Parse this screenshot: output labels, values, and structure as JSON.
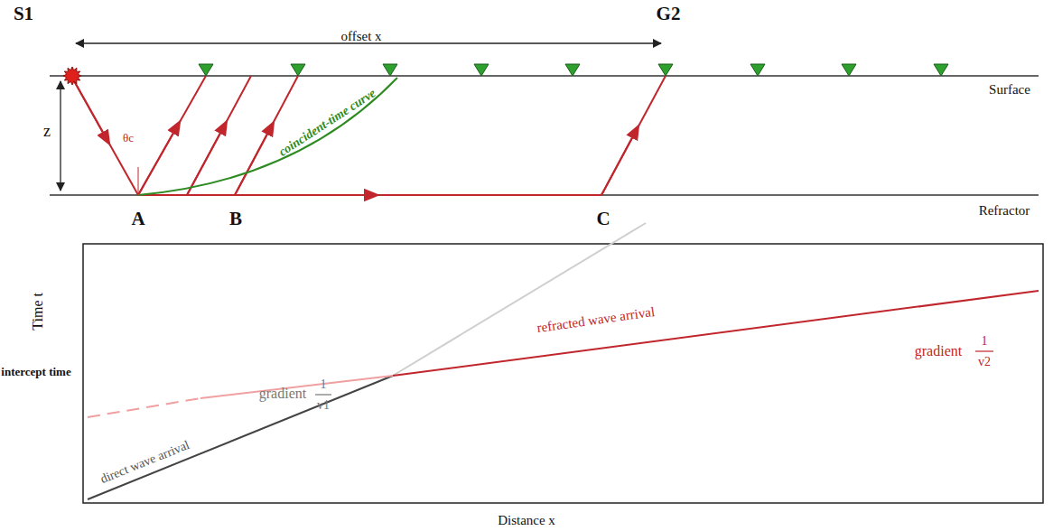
{
  "diagram": {
    "labels": [
      "S1",
      "offset x",
      "G2",
      "z",
      "θc",
      "coincident-time curve",
      "Surface",
      "Refractor",
      "A",
      "B",
      "C",
      "Time t",
      "intercept time",
      "direct wave arrival",
      "gradient",
      "1",
      "v1",
      "refracted wave arrival",
      "gradient",
      "1",
      "v2",
      "Distance x"
    ]
  }
}
